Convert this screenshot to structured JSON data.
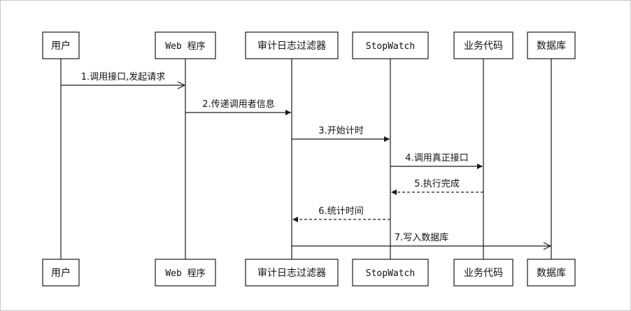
{
  "participants": [
    {
      "id": "user",
      "label": "用户",
      "mono": false
    },
    {
      "id": "web",
      "label": "Web 程序",
      "mono": true
    },
    {
      "id": "filter",
      "label": "审计日志过滤器",
      "mono": false
    },
    {
      "id": "stopwatch",
      "label": "StopWatch",
      "mono": true
    },
    {
      "id": "biz",
      "label": "业务代码",
      "mono": false
    },
    {
      "id": "db",
      "label": "数据库",
      "mono": false
    }
  ],
  "messages": [
    {
      "from": "user",
      "to": "web",
      "label": "1.调用接口,发起请求",
      "style": "solid",
      "arrow": "open"
    },
    {
      "from": "web",
      "to": "filter",
      "label": "2.传递调用者信息",
      "style": "solid",
      "arrow": "filled"
    },
    {
      "from": "filter",
      "to": "stopwatch",
      "label": "3.开始计时",
      "style": "solid",
      "arrow": "filled"
    },
    {
      "from": "stopwatch",
      "to": "biz",
      "label": "4.调用真正接口",
      "style": "solid",
      "arrow": "filled"
    },
    {
      "from": "biz",
      "to": "stopwatch",
      "label": "5.执行完成",
      "style": "dashed",
      "arrow": "filled"
    },
    {
      "from": "stopwatch",
      "to": "filter",
      "label": "6.统计时间",
      "style": "dashed",
      "arrow": "filled"
    },
    {
      "from": "filter",
      "to": "db",
      "label": "7.写入数据库",
      "style": "solid",
      "arrow": "open"
    }
  ]
}
